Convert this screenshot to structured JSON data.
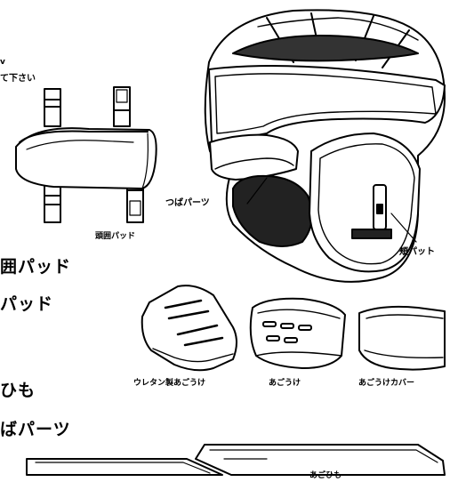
{
  "labels": {
    "top_left_note": "て下さい",
    "top_left_mark": "v",
    "head_pad_small": "頭囲パッド",
    "visor_parts": "つばパーツ",
    "cheek_pad": "頬パット",
    "urethane_chin": "ウレタン製あごうけ",
    "chin": "あごうけ",
    "chin_cover": "あごうけカバー",
    "chin_strap": "あごひも"
  },
  "list": {
    "head_pad": "囲パッド",
    "pad": "パッド",
    "strap": "ひも",
    "visor": "ばパーツ"
  }
}
